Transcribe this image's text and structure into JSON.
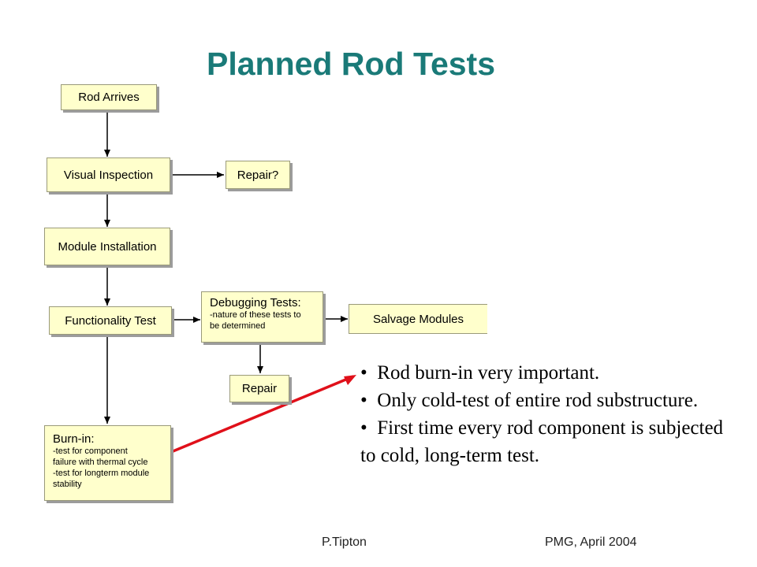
{
  "slide": {
    "title": "Planned  Rod Tests",
    "footer_author": "P.Tipton",
    "footer_event": "PMG, April 2004"
  },
  "flowchart": {
    "rod_arrives": "Rod Arrives",
    "visual_inspection": "Visual Inspection",
    "repair_question": "Repair?",
    "module_installation": "Module Installation",
    "functionality_test": "Functionality Test",
    "debugging_title": "Debugging Tests:",
    "debugging_note_1": "-nature of these tests to",
    "debugging_note_2": "be determined",
    "salvage_modules": "Salvage Modules",
    "repair": "Repair",
    "burnin_title": "Burn-in:",
    "burnin_note_1": "-test for component",
    "burnin_note_2": "failure with thermal cycle",
    "burnin_note_3": "-test for longterm module",
    "burnin_note_4": "stability"
  },
  "bullets": [
    "Rod burn-in very important.",
    "Only cold-test of entire rod substructure.",
    "First time every rod component is subjected to cold, long-term test."
  ],
  "colors": {
    "title": "#1a7a78",
    "box_fill": "#ffffcc",
    "callout_line": "#e0101a"
  }
}
